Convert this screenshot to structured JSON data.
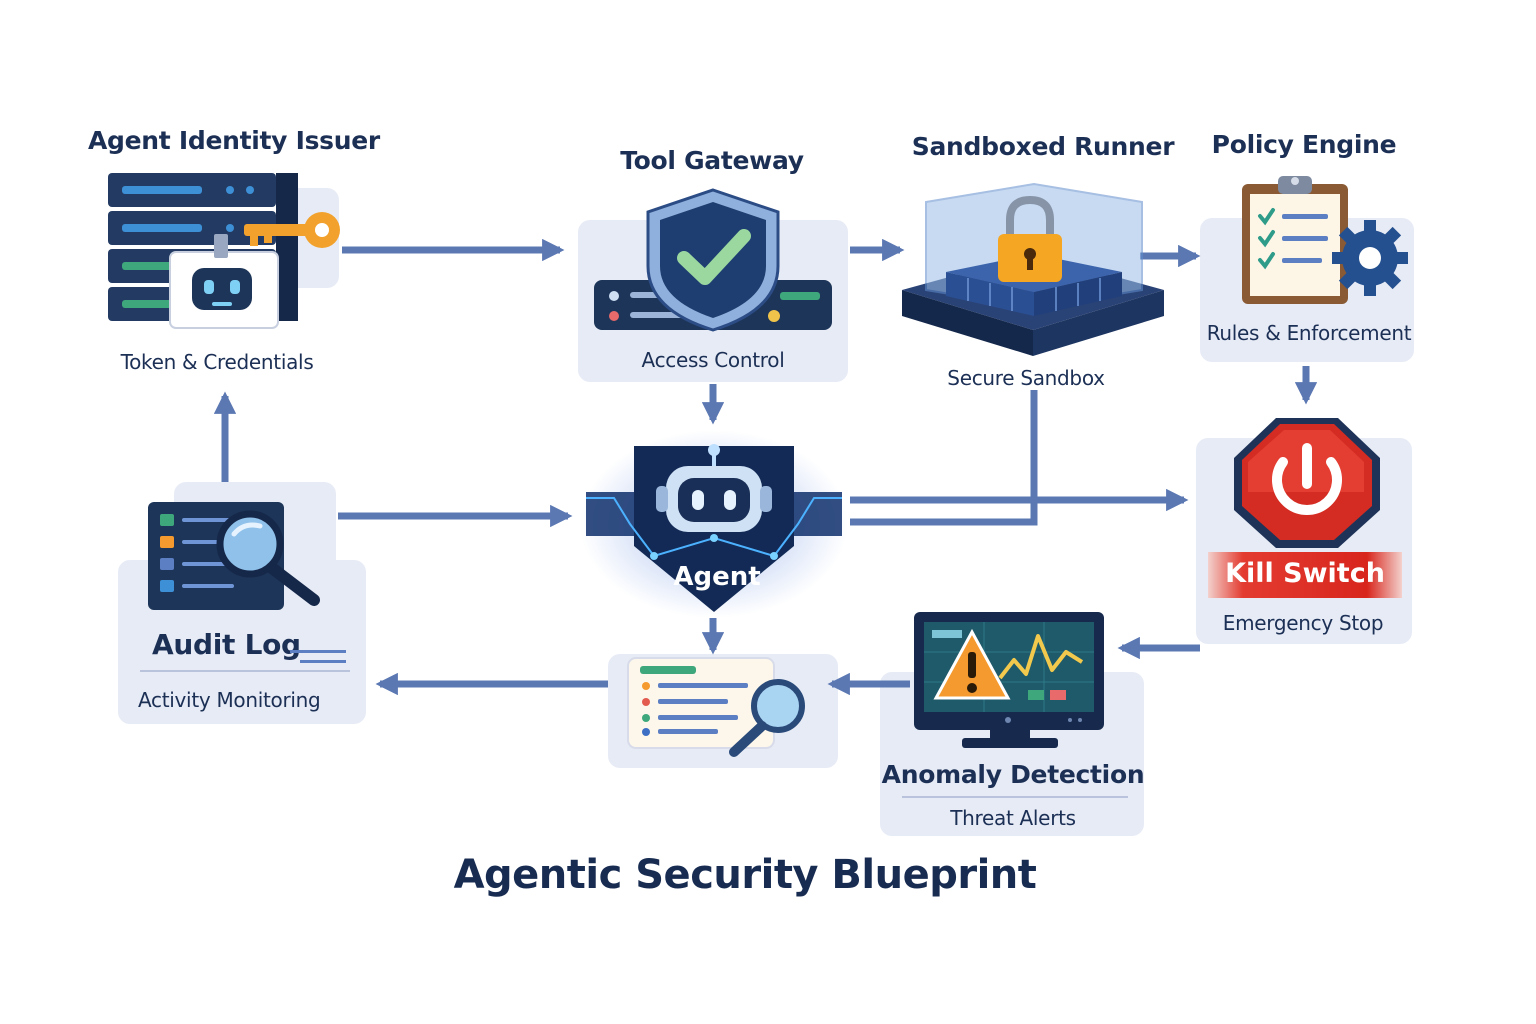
{
  "diagram": {
    "title": "Agentic Security Blueprint",
    "nodes": {
      "identity": {
        "title": "Agent Identity Issuer",
        "subtitle": "Token & Credentials"
      },
      "gateway": {
        "title": "Tool Gateway",
        "subtitle": "Access Control"
      },
      "sandbox": {
        "title": "Sandboxed Runner",
        "subtitle": "Secure Sandbox"
      },
      "policy": {
        "title": "Policy Engine",
        "subtitle": "Rules & Enforcement"
      },
      "agent": {
        "title": "Agent"
      },
      "killswitch": {
        "title": "Kill Switch",
        "subtitle": "Emergency Stop"
      },
      "anomaly": {
        "title": "Anomaly Detection",
        "subtitle": "Threat Alerts"
      },
      "audit": {
        "title": "Audit Log",
        "subtitle": "Activity Monitoring"
      }
    },
    "icons": {
      "identity": "server-key-robot-icon",
      "gateway": "shield-check-icon",
      "sandbox": "lock-sandbox-icon",
      "policy": "clipboard-gear-icon",
      "agent": "robot-icon",
      "killswitch": "power-stop-icon",
      "anomaly": "warning-monitor-icon",
      "report": "document-search-icon",
      "audit": "log-search-icon"
    },
    "colors": {
      "navy": "#1c2f55",
      "arrow": "#5b78b3",
      "panel": "#e6ebf5",
      "alert_red": "#d8261d",
      "key_orange": "#f2a22c",
      "check_green": "#3ea77b"
    }
  }
}
